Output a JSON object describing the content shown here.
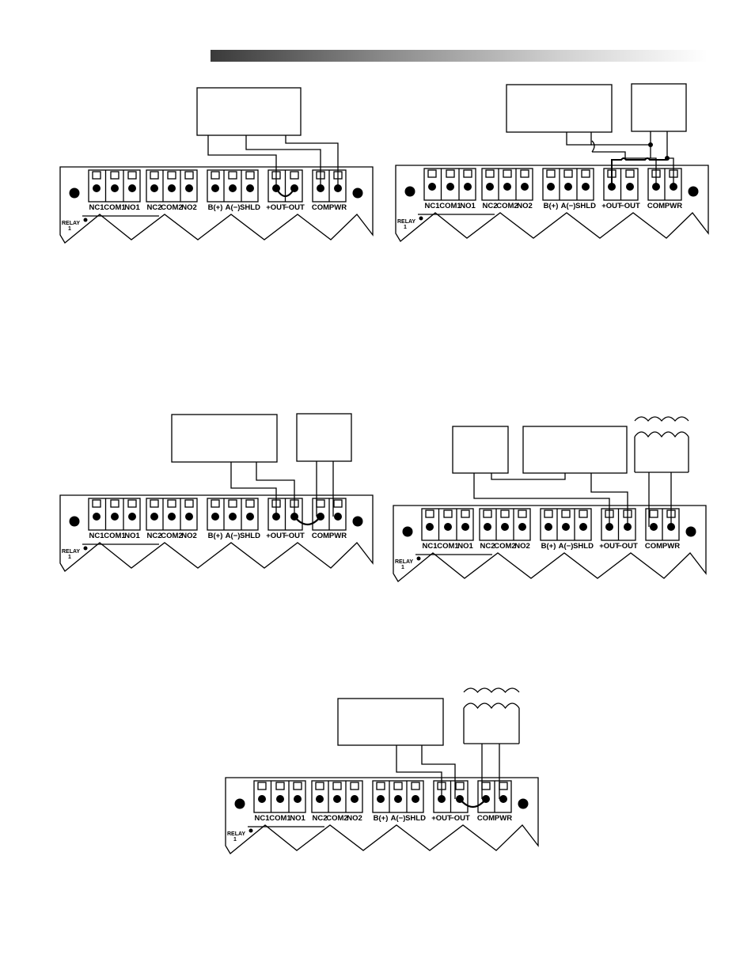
{
  "terminals": [
    "NC1",
    "COM1",
    "NO1",
    "NC2",
    "COM2",
    "NO2",
    "B(+)",
    "A(−)",
    "SHLD",
    "+OUT",
    "−OUT",
    "COM",
    "PWR"
  ],
  "relay_label": [
    "RELAY",
    "1"
  ],
  "colors": {
    "line": "#000000",
    "background": "#ffffff"
  },
  "icons": [
    "mounting-hole-icon",
    "terminal-screw-icon",
    "transformer-coil-icon",
    "wire-junction-icon",
    "wire-crossover-icon"
  ]
}
